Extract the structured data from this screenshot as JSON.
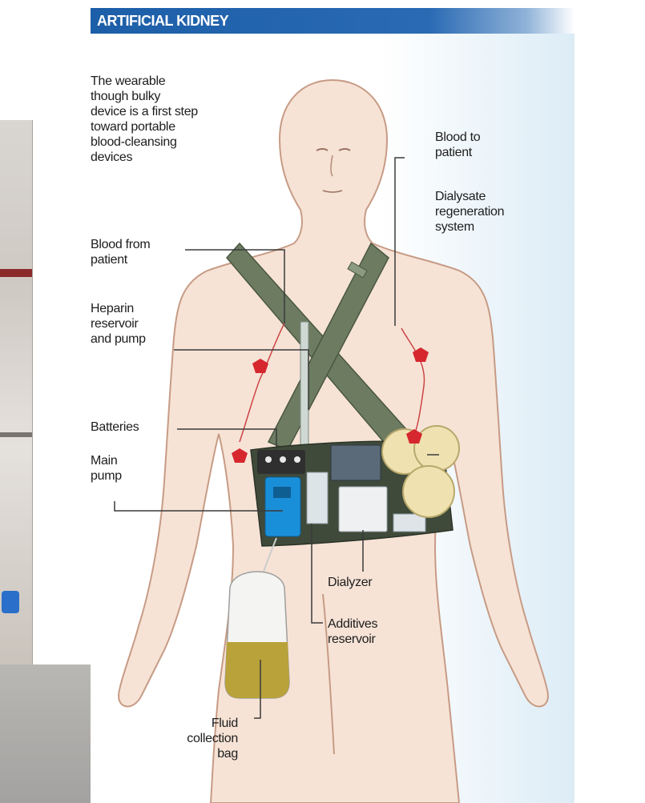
{
  "title": "ARTIFICIAL KIDNEY",
  "labels": {
    "intro": "The wearable\nthough bulky\ndevice is a first step\ntoward portable\nblood-cleansing\ndevices",
    "blood_to_patient": "Blood to\npatient",
    "dialysate": "Dialysate\nregeneration\nsystem",
    "blood_from_patient": "Blood from\npatient",
    "heparin": "Heparin\nreservoir\nand pump",
    "batteries": "Batteries",
    "main_pump": "Main\npump",
    "dialyzer": "Dialyzer",
    "additives": "Additives\nreservoir",
    "fluid_bag": "Fluid\ncollection\nbag"
  },
  "colors": {
    "title_bar": "#1c5ea8",
    "skin": "#f3d9c8",
    "strap": "#66755c",
    "pump": "#1a8fd9",
    "valve": "#d6272f",
    "fluid": "#b9a23a",
    "canister": "#efe2b0"
  }
}
